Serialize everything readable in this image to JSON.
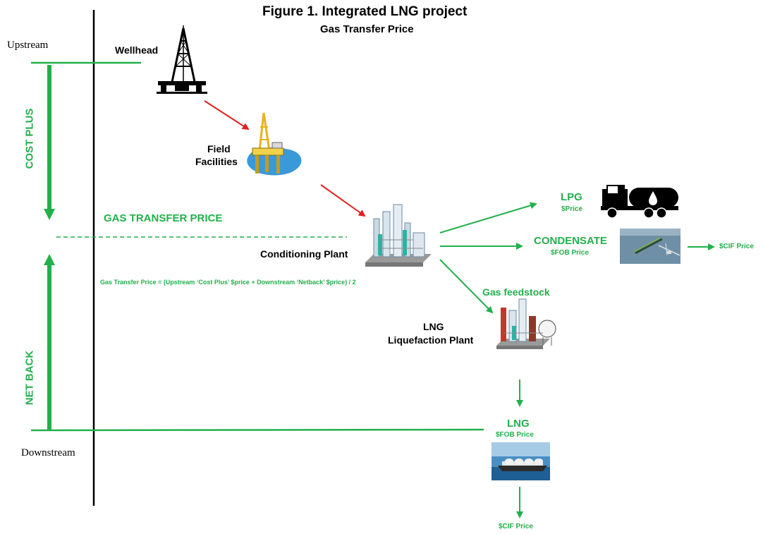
{
  "title": "Figure 1. Integrated LNG project",
  "subtitle": "Gas Transfer Price",
  "labels": {
    "upstream": "Upstream",
    "downstream": "Downstream",
    "cost_plus": "COST PLUS",
    "net_back": "NET BACK",
    "gas_transfer_price": "GAS TRANSFER PRICE",
    "formula": "Gas Transfer Price  = (Upstream ‘Cost Plus’  $price + Downstream ‘Netback’ $price) / 2"
  },
  "nodes": {
    "wellhead": "Wellhead",
    "field_facilities_line1": "Field",
    "field_facilities_line2": "Facilities",
    "conditioning_plant": "Conditioning Plant",
    "lpg": "LPG",
    "lpg_price": "$Price",
    "condensate": "CONDENSATE",
    "condensate_price": "$FOB Price",
    "condensate_cif": "$CIF Price",
    "gas_feedstock": "Gas feedstock",
    "liquefaction_line1": "LNG",
    "liquefaction_line2": "Liquefaction Plant",
    "lng": "LNG",
    "lng_fob": "$FOB Price",
    "lng_cif": "$CIF Price"
  },
  "icons": {
    "wellhead": "drilling-rig-icon",
    "field_facilities": "offshore-platform-icon",
    "conditioning_plant": "gas-plant-icon",
    "lpg": "tanker-truck-icon",
    "condensate": "tanker-terminal-photo",
    "liquefaction": "lng-plant-icon",
    "lng": "lng-carrier-photo"
  },
  "colors": {
    "green": "#22b04b",
    "red_arrow": "#e02020",
    "axis": "#000000"
  }
}
